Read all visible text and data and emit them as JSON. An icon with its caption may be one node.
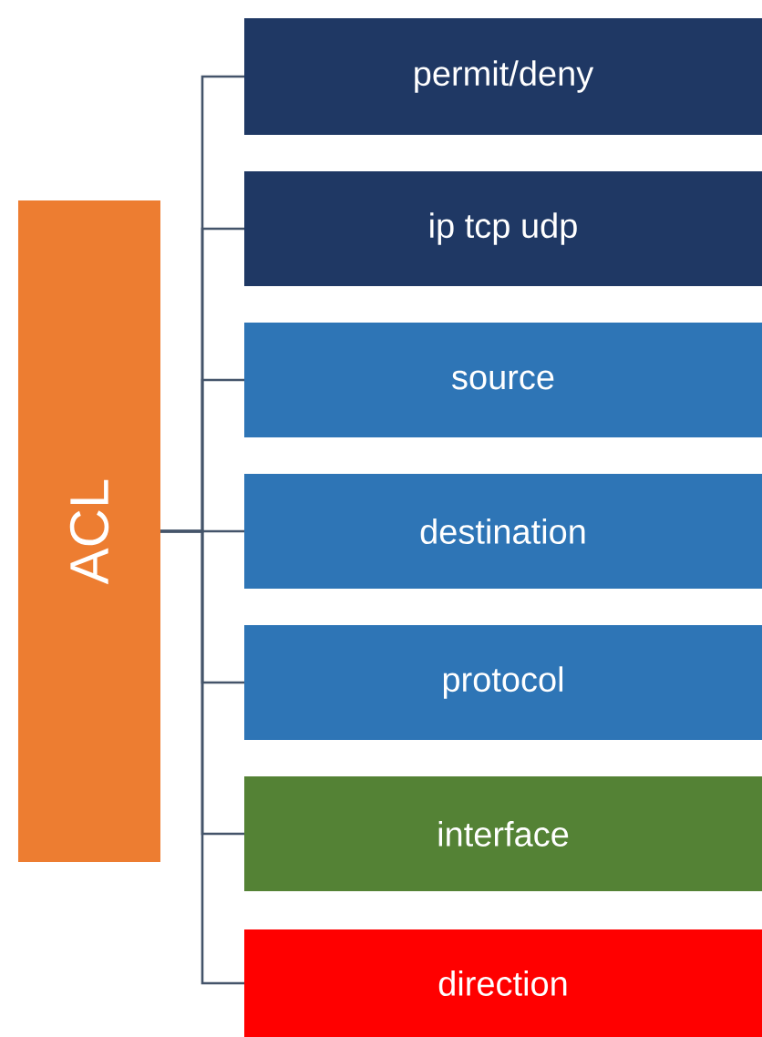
{
  "diagram": {
    "nodes": [
      {
        "text": [
          "ACL"
        ]
      },
      {
        "text": [
          "permit/deny"
        ]
      },
      {
        "text": [
          "ip tcp udp"
        ]
      },
      {
        "text": [
          "source"
        ]
      },
      {
        "text": [
          "destination"
        ]
      },
      {
        "text": [
          "protocol"
        ]
      },
      {
        "text": [
          "interface"
        ]
      },
      {
        "text": [
          "direction"
        ]
      }
    ],
    "edges": [
      {
        "from": 0,
        "to": 1,
        "arrow": "none"
      },
      {
        "from": 0,
        "to": 2,
        "arrow": "none"
      },
      {
        "from": 0,
        "to": 3,
        "arrow": "none"
      },
      {
        "from": 0,
        "to": 4,
        "arrow": "none"
      },
      {
        "from": 0,
        "to": 5,
        "arrow": "none"
      },
      {
        "from": 0,
        "to": 6,
        "arrow": "none"
      },
      {
        "from": 0,
        "to": 7,
        "arrow": "none"
      }
    ]
  }
}
